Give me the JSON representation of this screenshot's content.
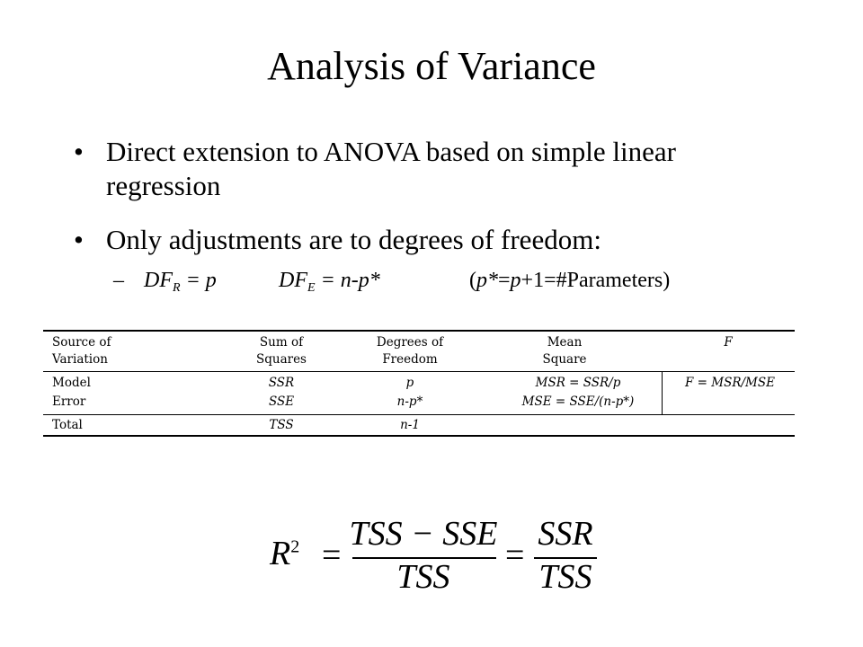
{
  "title": "Analysis of Variance",
  "bullets": [
    {
      "marker": "•",
      "text": "Direct extension to ANOVA based on simple linear regression"
    },
    {
      "marker": "•",
      "text": "Only adjustments are to degrees of freedom:"
    }
  ],
  "sub_bullet": {
    "marker": "–",
    "df_r_label": "DF",
    "df_r_sub": "R",
    "df_r_eq": " = p",
    "df_e_label": "DF",
    "df_e_sub": "E",
    "df_e_eq": " = n-p*",
    "note_open": "(",
    "note_p": "p*",
    "note_eq1": "=",
    "note_p2": "p",
    "note_rest": "+1=#Parameters)"
  },
  "anova_table": {
    "headers": [
      [
        "Source of",
        "Variation"
      ],
      [
        "Sum of",
        "Squares"
      ],
      [
        "Degrees of",
        "Freedom"
      ],
      [
        "Mean",
        "Square"
      ],
      [
        "",
        "F"
      ]
    ],
    "rows": [
      [
        "Model",
        "SSR",
        "p",
        "MSR = SSR/p",
        "F = MSR/MSE"
      ],
      [
        "Error",
        "SSE",
        "n-p*",
        "MSE = SSE/(n-p*)",
        ""
      ],
      [
        "Total",
        "TSS",
        "n-1",
        "",
        ""
      ]
    ]
  },
  "formula": {
    "lhs": "R",
    "lhs_sup": "2",
    "eq": "=",
    "frac1_num": "TSS − SSE",
    "frac1_den": "TSS",
    "frac2_num": "SSR",
    "frac2_den": "TSS"
  }
}
